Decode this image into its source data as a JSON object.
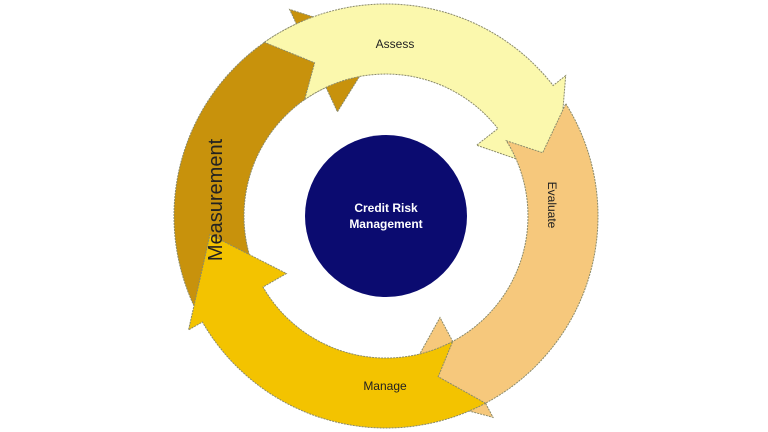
{
  "diagram": {
    "center_label_line1": "Credit Risk",
    "center_label_line2": "Management",
    "steps": [
      {
        "label": "Measurement",
        "color": "#c8920c"
      },
      {
        "label": "Assess",
        "color": "#fbf8ad"
      },
      {
        "label": "Evaluate",
        "color": "#f6c87c"
      },
      {
        "label": "Manage",
        "color": "#f3c300"
      }
    ],
    "center_color": "#0b0b70"
  }
}
